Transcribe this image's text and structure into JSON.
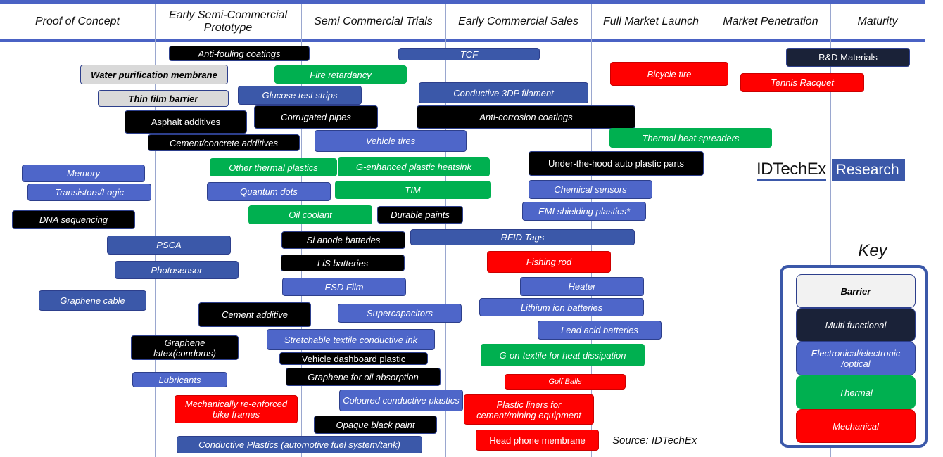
{
  "header": {
    "stages": [
      "Proof of Concept",
      "Early Semi-Commercial Prototype",
      "Semi Commercial Trials",
      "Early Commercial Sales",
      "Full Market Launch",
      "Market Penetration",
      "Maturity"
    ]
  },
  "colors": {
    "barrier": "#d9d9d9",
    "multi_functional": "#1a2238",
    "electronic": "#4e66c9",
    "thermal": "#00b050",
    "mechanical": "#ff0000",
    "black": "#000000"
  },
  "applications": [
    "Anti-fouling coatings",
    "Water purification membrane",
    "Thin film barrier",
    "Asphalt additives",
    "Cement/concrete additives",
    "Memory",
    "Transistors/Logic",
    "DNA sequencing",
    "PSCA",
    "Photosensor",
    "Graphene cable",
    "Cement additive",
    "Graphene latex(condoms)",
    "Lubricants",
    "Mechanically re-enforced bike frames",
    "Conductive Plastics (automotive fuel system/tank)",
    "Fire retardancy",
    "Glucose test strips",
    "Corrugated  pipes",
    "Vehicle tires",
    "Other thermal plastics",
    "Quantum dots",
    "Oil coolant",
    "Durable paints",
    "Si anode batteries",
    "LiS batteries",
    "ESD Film",
    "Supercapacitors",
    "Stretchable textile conductive ink",
    "Vehicle dashboard plastic",
    "Graphene for oil absorption",
    "Coloured conductive plastics",
    "Opaque black paint",
    "G-enhanced plastic heatsink",
    "TIM",
    "TCF",
    "Conductive 3DP filament",
    "Anti-corrosion coatings",
    "RFID Tags",
    "Under-the-hood auto plastic parts",
    "Chemical sensors",
    "EMI shielding plastics*",
    "Fishing rod",
    "Heater",
    "Lithium ion batteries",
    "Lead acid batteries",
    "G-on-textile for heat dissipation",
    "Golf Balls",
    "Plastic liners for cement/mining equipment",
    "Head phone membrane",
    "Bicycle tire",
    "Thermal heat spreaders",
    "R&D Materials",
    "Tennis  Racquet"
  ],
  "logo": {
    "name": "IDTechEx",
    "suffix": "Research"
  },
  "key": {
    "title": "Key",
    "items": [
      "Barrier",
      "Multi functional",
      "Electronical/electronic /optical",
      "Thermal",
      "Mechanical"
    ]
  },
  "source": "Source: IDTechEx"
}
